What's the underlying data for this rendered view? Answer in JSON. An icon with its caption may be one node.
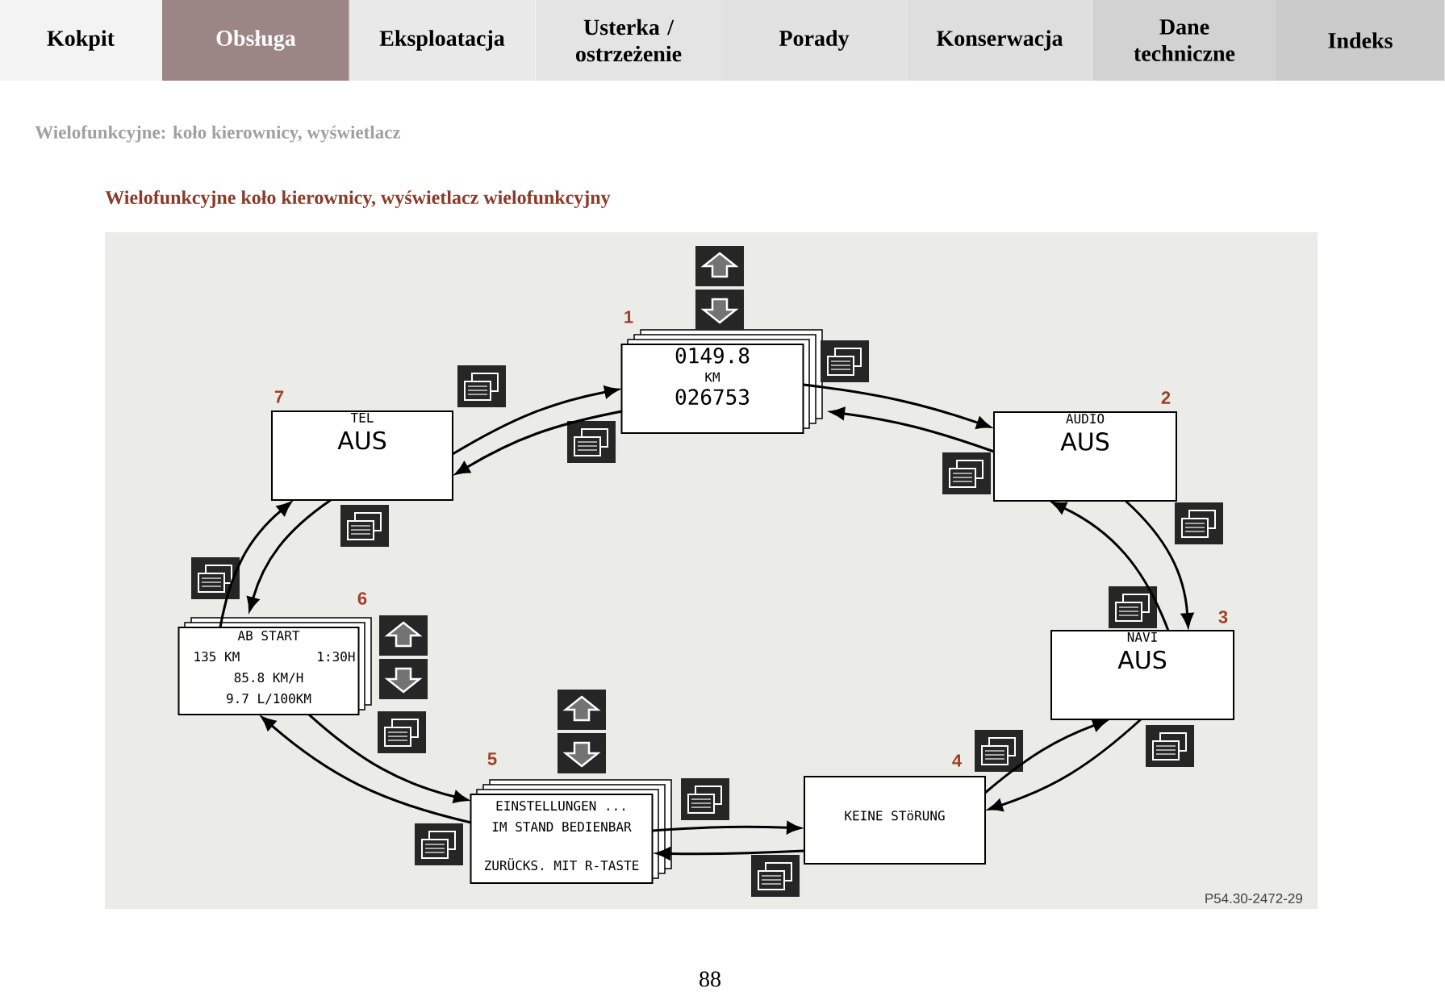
{
  "diagram": {
    "title": "Wielofunkcyjne koło kierownicy, wyświetlacz wielofunkcyjny",
    "nodes": [
      {
        "text": [
          "Kokpit"
        ]
      },
      {
        "text": [
          "Obsługa"
        ]
      },
      {
        "text": [
          "Eksploatacja"
        ]
      },
      {
        "text": [
          "Usterka / ostrzeżenie"
        ]
      },
      {
        "text": [
          "Porady"
        ]
      },
      {
        "text": [
          "Konserwacja"
        ]
      },
      {
        "text": [
          "Dane techniczne"
        ]
      },
      {
        "text": [
          "Indeks"
        ]
      },
      {
        "text": [
          "0149.8",
          "KM",
          "026753"
        ],
        "beside": [
          "1"
        ]
      },
      {
        "text": [
          "AUDIO",
          "AUS"
        ],
        "beside": [
          "2"
        ]
      },
      {
        "text": [
          "NAVI",
          "AUS"
        ],
        "beside": [
          "3"
        ]
      },
      {
        "text": [
          "KEINE STöRUNG"
        ],
        "beside": [
          "4"
        ]
      },
      {
        "text": [
          "EINSTELLUNGEN ...",
          "IM STAND BEDIENBAR",
          "ZURÜCKS. MIT R-TASTE"
        ],
        "beside": [
          "5"
        ]
      },
      {
        "text": [
          "AB START",
          "135 KM",
          "1:30H",
          "85.8 KM/H",
          "9.7 L/100KM"
        ],
        "beside": [
          "6"
        ]
      },
      {
        "text": [
          "TEL",
          "AUS"
        ],
        "beside": [
          "7"
        ]
      }
    ],
    "edges": [
      {
        "from": 14,
        "to": 8,
        "arrow": "to"
      },
      {
        "from": 8,
        "to": 14,
        "arrow": "to"
      },
      {
        "from": 8,
        "to": 9,
        "arrow": "to"
      },
      {
        "from": 9,
        "to": 8,
        "arrow": "to"
      },
      {
        "from": 9,
        "to": 10,
        "arrow": "to"
      },
      {
        "from": 10,
        "to": 9,
        "arrow": "to"
      },
      {
        "from": 11,
        "to": 10,
        "arrow": "to"
      },
      {
        "from": 10,
        "to": 11,
        "arrow": "to"
      },
      {
        "from": 12,
        "to": 11,
        "arrow": "to"
      },
      {
        "from": 11,
        "to": 12,
        "arrow": "to"
      },
      {
        "from": 13,
        "to": 12,
        "arrow": "to"
      },
      {
        "from": 12,
        "to": 13,
        "arrow": "to"
      },
      {
        "from": 14,
        "to": 13,
        "arrow": "to"
      },
      {
        "from": 13,
        "to": 14,
        "arrow": "to"
      }
    ],
    "labels": [
      "Wielofunkcyjne: koło kierownicy, wyświetlacz",
      "P54.30-2472-29",
      "88"
    ]
  }
}
